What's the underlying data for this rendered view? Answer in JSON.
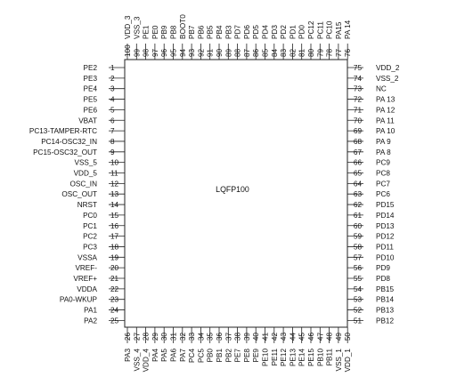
{
  "package_label": "LQFP100",
  "pins": [
    {
      "n": "1",
      "name": "PE2"
    },
    {
      "n": "2",
      "name": "PE3"
    },
    {
      "n": "3",
      "name": "PE4"
    },
    {
      "n": "4",
      "name": "PE5"
    },
    {
      "n": "5",
      "name": "PE6"
    },
    {
      "n": "6",
      "name": "VBAT"
    },
    {
      "n": "7",
      "name": "PC13-TAMPER-RTC"
    },
    {
      "n": "8",
      "name": "PC14-OSC32_IN"
    },
    {
      "n": "9",
      "name": "PC15-OSC32_OUT"
    },
    {
      "n": "10",
      "name": "VSS_5"
    },
    {
      "n": "11",
      "name": "VDD_5"
    },
    {
      "n": "12",
      "name": "OSC_IN"
    },
    {
      "n": "13",
      "name": "OSC_OUT"
    },
    {
      "n": "14",
      "name": "NRST"
    },
    {
      "n": "15",
      "name": "PC0"
    },
    {
      "n": "16",
      "name": "PC1"
    },
    {
      "n": "17",
      "name": "PC2"
    },
    {
      "n": "18",
      "name": "PC3"
    },
    {
      "n": "19",
      "name": "VSSA"
    },
    {
      "n": "20",
      "name": "VREF-"
    },
    {
      "n": "21",
      "name": "VREF+"
    },
    {
      "n": "22",
      "name": "VDDA"
    },
    {
      "n": "23",
      "name": "PA0-WKUP"
    },
    {
      "n": "24",
      "name": "PA1"
    },
    {
      "n": "25",
      "name": "PA2"
    },
    {
      "n": "26",
      "name": "PA3"
    },
    {
      "n": "27",
      "name": "VSS_4"
    },
    {
      "n": "28",
      "name": "VDD_4"
    },
    {
      "n": "29",
      "name": "PA4"
    },
    {
      "n": "30",
      "name": "PA5"
    },
    {
      "n": "31",
      "name": "PA6"
    },
    {
      "n": "32",
      "name": "PA7"
    },
    {
      "n": "33",
      "name": "PC4"
    },
    {
      "n": "34",
      "name": "PC5"
    },
    {
      "n": "35",
      "name": "PB0"
    },
    {
      "n": "36",
      "name": "PB1"
    },
    {
      "n": "37",
      "name": "PB2"
    },
    {
      "n": "38",
      "name": "PE7"
    },
    {
      "n": "39",
      "name": "PE8"
    },
    {
      "n": "40",
      "name": "PE9"
    },
    {
      "n": "41",
      "name": "PE10"
    },
    {
      "n": "42",
      "name": "PE11"
    },
    {
      "n": "43",
      "name": "PE12"
    },
    {
      "n": "44",
      "name": "PE13"
    },
    {
      "n": "45",
      "name": "PE14"
    },
    {
      "n": "46",
      "name": "PE15"
    },
    {
      "n": "47",
      "name": "PB10"
    },
    {
      "n": "48",
      "name": "PB11"
    },
    {
      "n": "49",
      "name": "VSS_1"
    },
    {
      "n": "50",
      "name": "VDD_1"
    },
    {
      "n": "51",
      "name": "PB12"
    },
    {
      "n": "52",
      "name": "PB13"
    },
    {
      "n": "53",
      "name": "PB14"
    },
    {
      "n": "54",
      "name": "PB15"
    },
    {
      "n": "55",
      "name": "PD8"
    },
    {
      "n": "56",
      "name": "PD9"
    },
    {
      "n": "57",
      "name": "PD10"
    },
    {
      "n": "58",
      "name": "PD11"
    },
    {
      "n": "59",
      "name": "PD12"
    },
    {
      "n": "60",
      "name": "PD13"
    },
    {
      "n": "61",
      "name": "PD14"
    },
    {
      "n": "62",
      "name": "PD15"
    },
    {
      "n": "63",
      "name": "PC6"
    },
    {
      "n": "64",
      "name": "PC7"
    },
    {
      "n": "65",
      "name": "PC8"
    },
    {
      "n": "66",
      "name": "PC9"
    },
    {
      "n": "67",
      "name": "PA 8"
    },
    {
      "n": "68",
      "name": "PA 9"
    },
    {
      "n": "69",
      "name": "PA 10"
    },
    {
      "n": "70",
      "name": "PA 11"
    },
    {
      "n": "71",
      "name": "PA 12"
    },
    {
      "n": "72",
      "name": "PA 13"
    },
    {
      "n": "73",
      "name": "NC"
    },
    {
      "n": "74",
      "name": "VSS_2"
    },
    {
      "n": "75",
      "name": "VDD_2"
    },
    {
      "n": "76",
      "name": "PA 14"
    },
    {
      "n": "77",
      "name": "PA15"
    },
    {
      "n": "78",
      "name": "PC10"
    },
    {
      "n": "79",
      "name": "PC11"
    },
    {
      "n": "80",
      "name": "PC12"
    },
    {
      "n": "81",
      "name": "PD0"
    },
    {
      "n": "82",
      "name": "PD1"
    },
    {
      "n": "83",
      "name": "PD2"
    },
    {
      "n": "84",
      "name": "PD3"
    },
    {
      "n": "85",
      "name": "PD4"
    },
    {
      "n": "86",
      "name": "PD5"
    },
    {
      "n": "87",
      "name": "PD6"
    },
    {
      "n": "88",
      "name": "PD7"
    },
    {
      "n": "89",
      "name": "PB3"
    },
    {
      "n": "90",
      "name": "PB4"
    },
    {
      "n": "91",
      "name": "PB5"
    },
    {
      "n": "92",
      "name": "PB6"
    },
    {
      "n": "93",
      "name": "PB7"
    },
    {
      "n": "94",
      "name": "BOOT0"
    },
    {
      "n": "95",
      "name": "PB8"
    },
    {
      "n": "96",
      "name": "PB9"
    },
    {
      "n": "97",
      "name": "PE0"
    },
    {
      "n": "98",
      "name": "PE1"
    },
    {
      "n": "99",
      "name": "VSS_3"
    },
    {
      "n": "100",
      "name": "VDD_3"
    }
  ]
}
